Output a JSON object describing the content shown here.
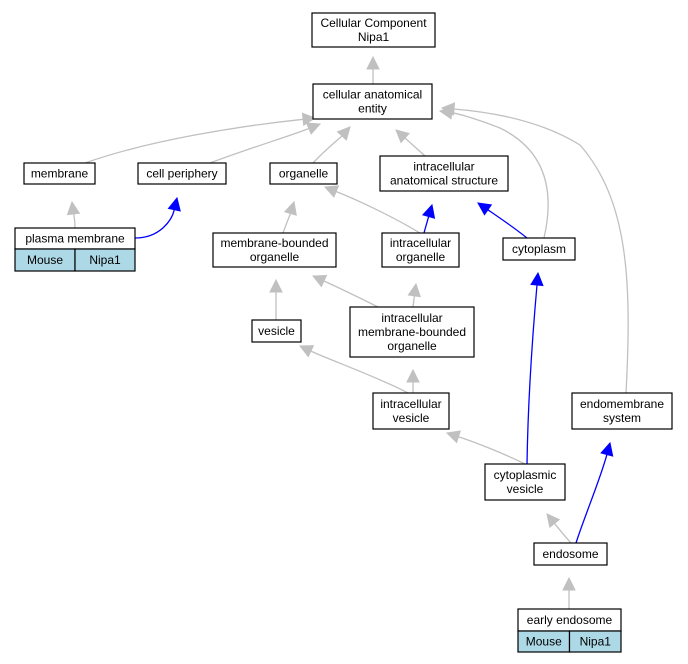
{
  "graph": {
    "colors": {
      "is_a_edge": "#c0c0c0",
      "part_of_edge": "#0000ff",
      "node_fill": "#ffffff",
      "node_border": "#000000",
      "annotation_fill": "#add8e6"
    },
    "nodes": {
      "root": {
        "lines": [
          "Cellular Component",
          "Nipa1"
        ]
      },
      "cae": {
        "lines": [
          "cellular anatomical",
          "entity"
        ]
      },
      "membrane": {
        "lines": [
          "membrane"
        ]
      },
      "cellperiph": {
        "lines": [
          "cell periphery"
        ]
      },
      "organelle": {
        "lines": [
          "organelle"
        ]
      },
      "ias": {
        "lines": [
          "intracellular",
          "anatomical structure"
        ]
      },
      "plasmamem": {
        "lines": [
          "plasma membrane"
        ],
        "annotation": [
          "Mouse",
          "Nipa1"
        ]
      },
      "mbo": {
        "lines": [
          "membrane-bounded",
          "organelle"
        ]
      },
      "intorg": {
        "lines": [
          "intracellular",
          "organelle"
        ]
      },
      "cytoplasm": {
        "lines": [
          "cytoplasm"
        ]
      },
      "vesicle": {
        "lines": [
          "vesicle"
        ]
      },
      "imbo": {
        "lines": [
          "intracellular",
          "membrane-bounded",
          "organelle"
        ]
      },
      "intves": {
        "lines": [
          "intracellular",
          "vesicle"
        ]
      },
      "endomem": {
        "lines": [
          "endomembrane",
          "system"
        ]
      },
      "cytoves": {
        "lines": [
          "cytoplasmic",
          "vesicle"
        ]
      },
      "endosome": {
        "lines": [
          "endosome"
        ]
      },
      "early": {
        "lines": [
          "early endosome"
        ],
        "annotation": [
          "Mouse",
          "Nipa1"
        ]
      }
    },
    "edges": [
      {
        "from": "cae",
        "to": "root",
        "relation": "is_a"
      },
      {
        "from": "membrane",
        "to": "cae",
        "relation": "is_a"
      },
      {
        "from": "cellperiph",
        "to": "cae",
        "relation": "is_a"
      },
      {
        "from": "organelle",
        "to": "cae",
        "relation": "is_a"
      },
      {
        "from": "ias",
        "to": "cae",
        "relation": "is_a"
      },
      {
        "from": "cytoplasm",
        "to": "cae",
        "relation": "is_a"
      },
      {
        "from": "endomem",
        "to": "cae",
        "relation": "is_a"
      },
      {
        "from": "plasmamem",
        "to": "membrane",
        "relation": "is_a"
      },
      {
        "from": "plasmamem",
        "to": "cellperiph",
        "relation": "part_of"
      },
      {
        "from": "mbo",
        "to": "organelle",
        "relation": "is_a"
      },
      {
        "from": "intorg",
        "to": "organelle",
        "relation": "is_a"
      },
      {
        "from": "intorg",
        "to": "ias",
        "relation": "part_of"
      },
      {
        "from": "cytoplasm",
        "to": "ias",
        "relation": "part_of"
      },
      {
        "from": "vesicle",
        "to": "mbo",
        "relation": "is_a"
      },
      {
        "from": "imbo",
        "to": "mbo",
        "relation": "is_a"
      },
      {
        "from": "imbo",
        "to": "intorg",
        "relation": "is_a"
      },
      {
        "from": "intves",
        "to": "vesicle",
        "relation": "is_a"
      },
      {
        "from": "intves",
        "to": "imbo",
        "relation": "is_a"
      },
      {
        "from": "cytoves",
        "to": "intves",
        "relation": "is_a"
      },
      {
        "from": "cytoves",
        "to": "cytoplasm",
        "relation": "part_of"
      },
      {
        "from": "endosome",
        "to": "cytoves",
        "relation": "is_a"
      },
      {
        "from": "endosome",
        "to": "endomem",
        "relation": "part_of"
      },
      {
        "from": "early",
        "to": "endosome",
        "relation": "is_a"
      }
    ]
  }
}
